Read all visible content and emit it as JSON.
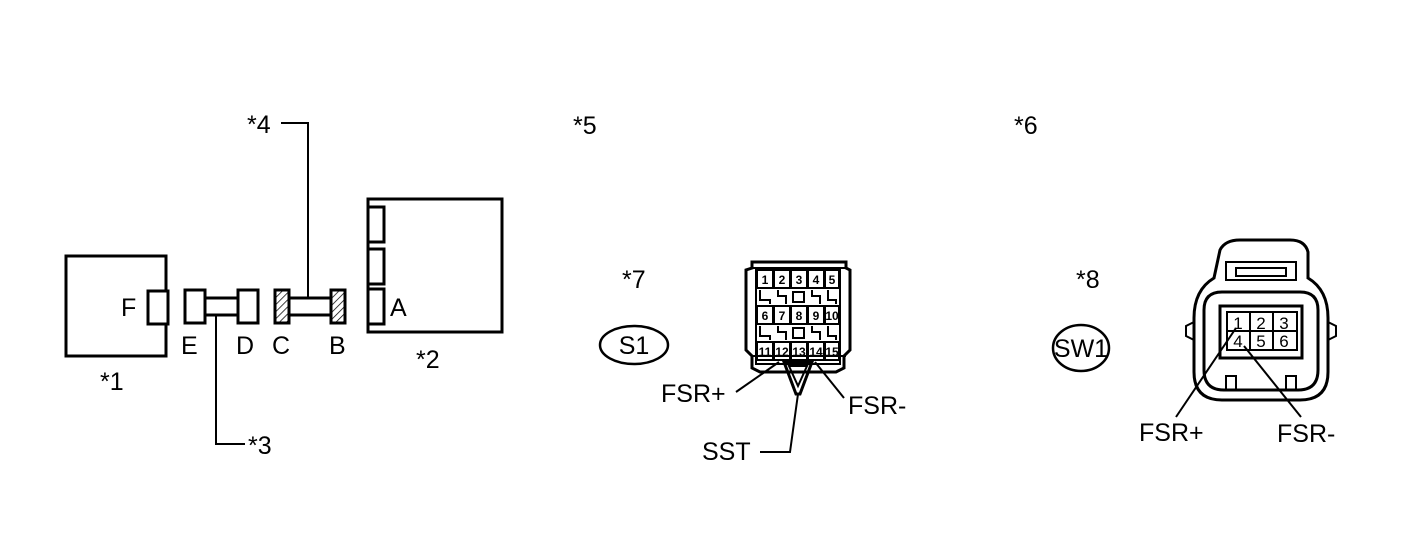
{
  "diagram": {
    "callouts": {
      "c1": "*1",
      "c2": "*2",
      "c3": "*3",
      "c4": "*4",
      "c5": "*5",
      "c6": "*6",
      "c7": "*7",
      "c8": "*8"
    },
    "terminals": {
      "a": "A",
      "b": "B",
      "c": "C",
      "d": "D",
      "e": "E",
      "f": "F"
    },
    "ovals": {
      "s1": "S1",
      "sw1": "SW1"
    },
    "connector_15pin": {
      "pins": [
        "1",
        "2",
        "3",
        "4",
        "5",
        "6",
        "7",
        "8",
        "9",
        "10",
        "11",
        "12",
        "13",
        "14",
        "15"
      ],
      "fsr_plus": "FSR+",
      "fsr_minus": "FSR-",
      "sst": "SST"
    },
    "connector_6pin": {
      "pins": [
        "1",
        "2",
        "3",
        "4",
        "5",
        "6"
      ],
      "fsr_plus": "FSR+",
      "fsr_minus": "FSR-"
    }
  }
}
